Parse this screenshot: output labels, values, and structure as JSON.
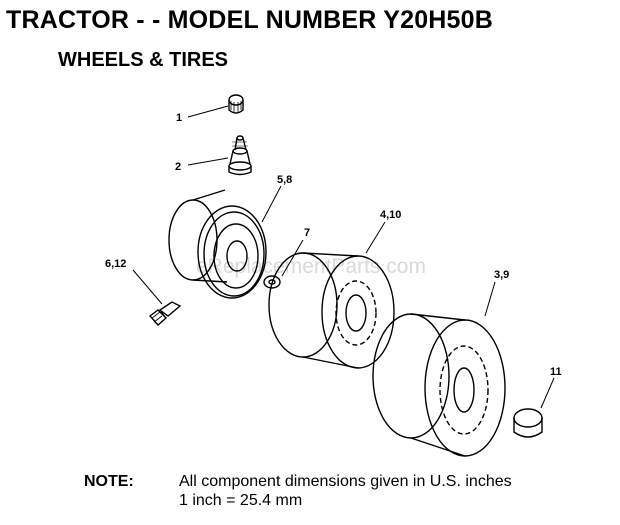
{
  "header": {
    "title": "TRACTOR - - MODEL NUMBER Y20H50B",
    "subtitle": "WHEELS & TIRES"
  },
  "watermark": "eReplacementParts.com",
  "callouts": {
    "p1": "1",
    "p2": "2",
    "p58": "5,8",
    "p612": "6,12",
    "p7": "7",
    "p410": "4,10",
    "p39": "3,9",
    "p11": "11"
  },
  "note": {
    "label": "NOTE:",
    "line1": "All component dimensions given in U.S. inches",
    "line2": "1 inch = 25.4 mm"
  }
}
